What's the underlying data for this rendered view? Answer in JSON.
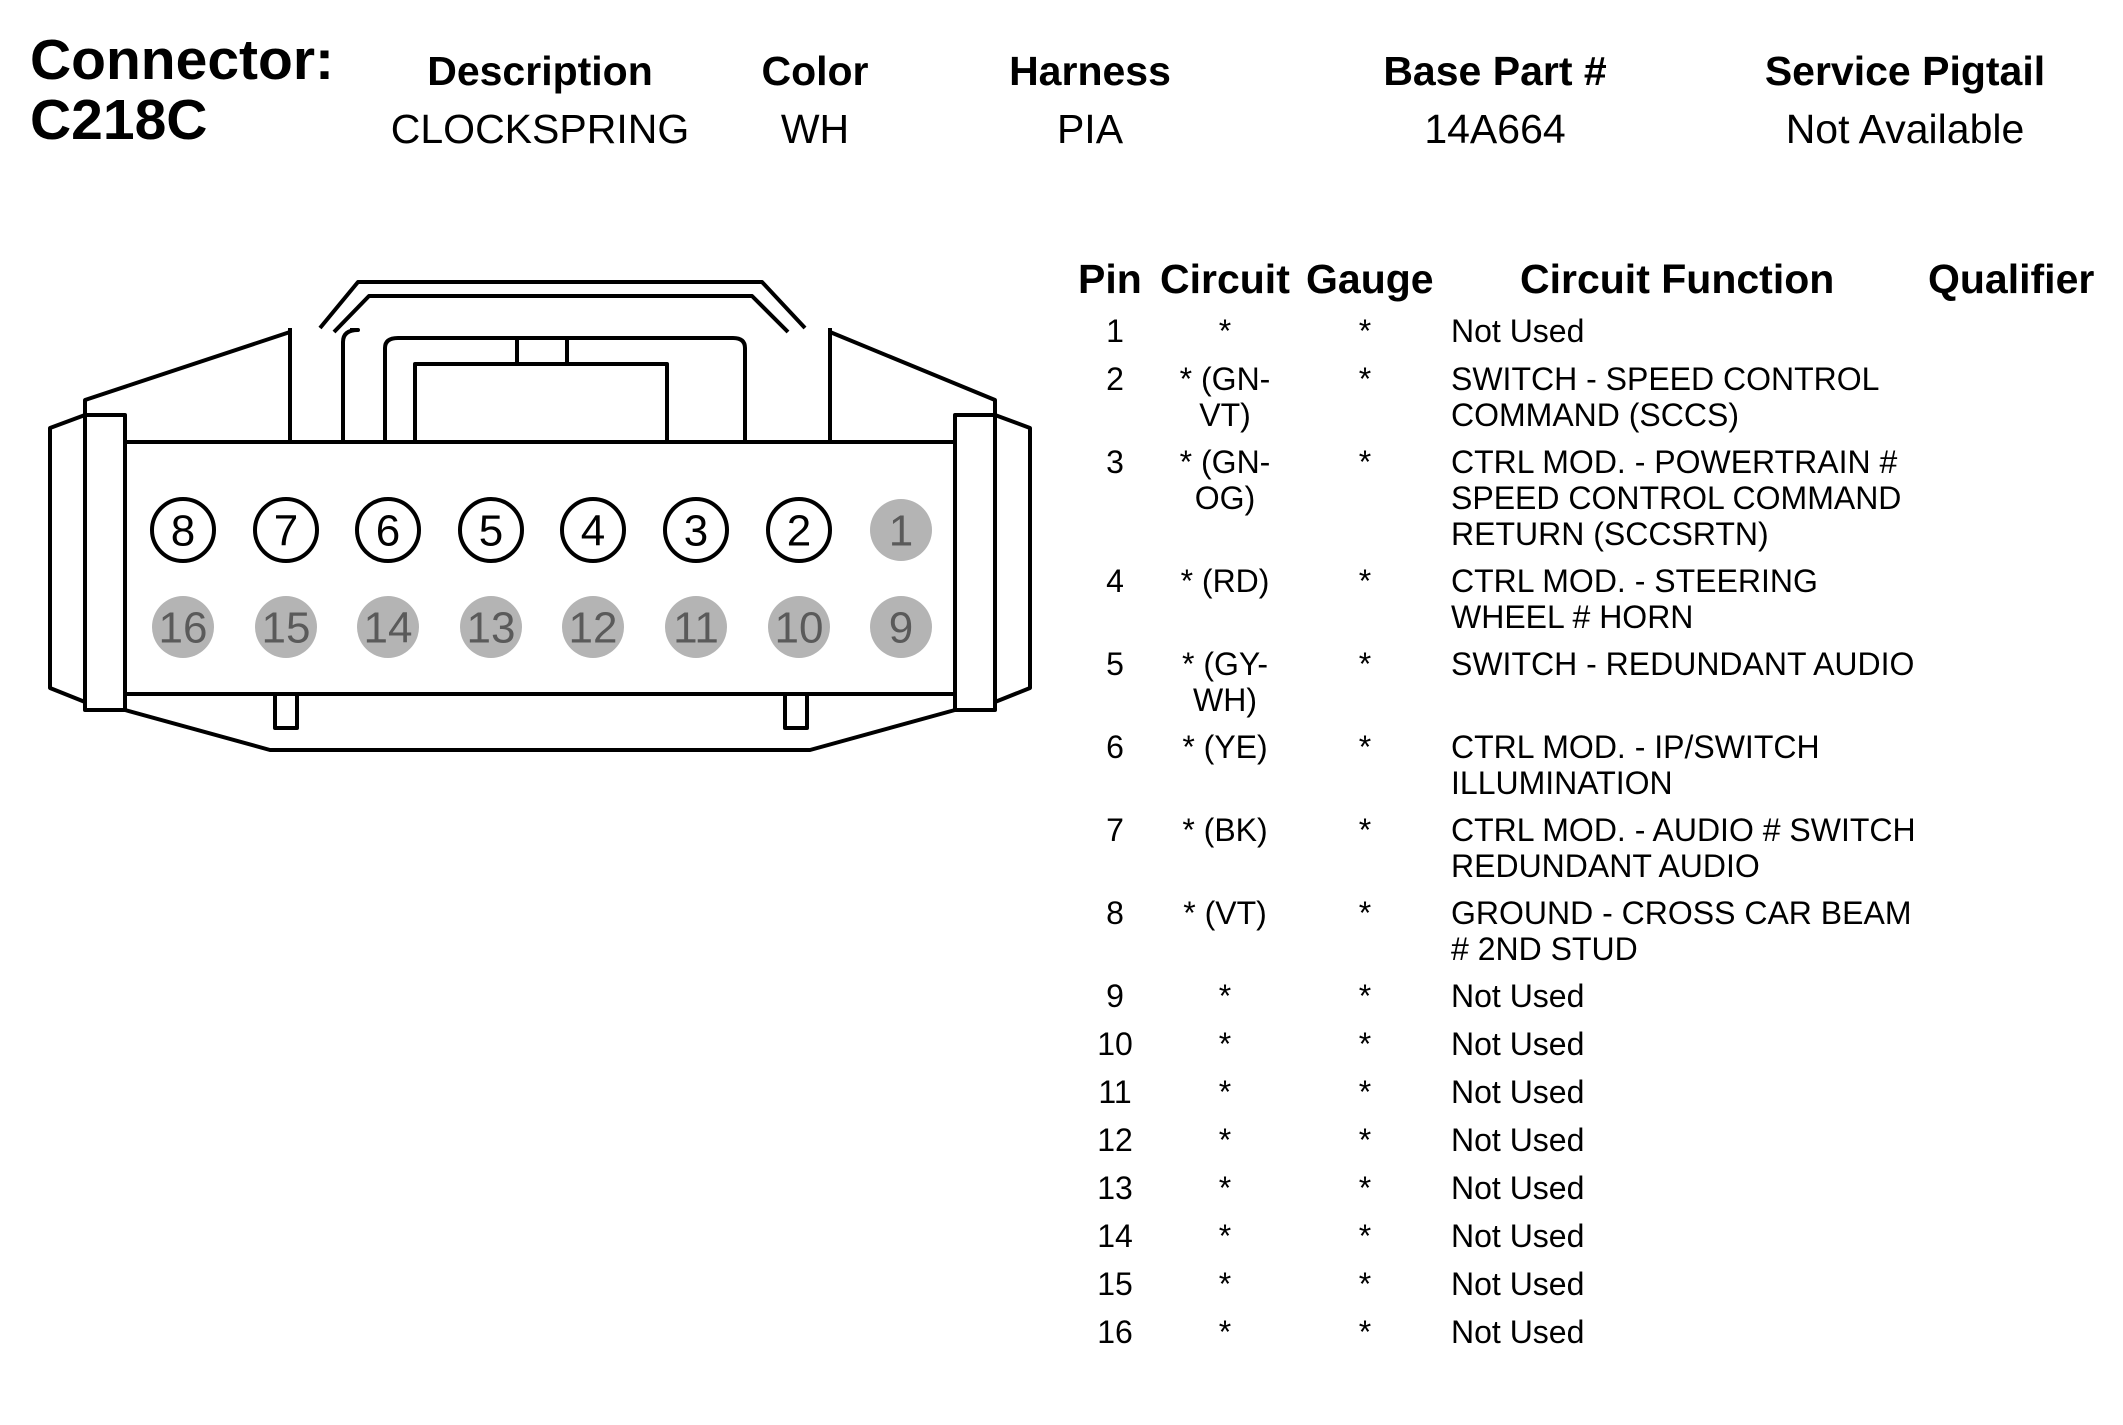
{
  "header": {
    "connector_label": "Connector:",
    "connector_id": "C218C",
    "columns": [
      {
        "heading": "Description",
        "value": "CLOCKSPRING"
      },
      {
        "heading": "Color",
        "value": "WH"
      },
      {
        "heading": "Harness",
        "value": "PIA"
      },
      {
        "heading": "Base Part #",
        "value": "14A664"
      },
      {
        "heading": "Service Pigtail",
        "value": "Not Available"
      }
    ]
  },
  "diagram": {
    "pins_top": [
      {
        "num": "8",
        "used": true
      },
      {
        "num": "7",
        "used": true
      },
      {
        "num": "6",
        "used": true
      },
      {
        "num": "5",
        "used": true
      },
      {
        "num": "4",
        "used": true
      },
      {
        "num": "3",
        "used": true
      },
      {
        "num": "2",
        "used": true
      },
      {
        "num": "1",
        "used": false
      }
    ],
    "pins_bottom": [
      {
        "num": "16",
        "used": false
      },
      {
        "num": "15",
        "used": false
      },
      {
        "num": "14",
        "used": false
      },
      {
        "num": "13",
        "used": false
      },
      {
        "num": "12",
        "used": false
      },
      {
        "num": "11",
        "used": false
      },
      {
        "num": "10",
        "used": false
      },
      {
        "num": "9",
        "used": false
      }
    ]
  },
  "table": {
    "headers": {
      "pin": "Pin",
      "circuit": "Circuit",
      "gauge": "Gauge",
      "function": "Circuit Function",
      "qualifier": "Qualifier"
    },
    "rows": [
      {
        "pin": "1",
        "circuit": [
          "*"
        ],
        "gauge": "*",
        "function": [
          "Not Used"
        ],
        "qualifier": ""
      },
      {
        "pin": "2",
        "circuit": [
          "* (GN-",
          "VT)"
        ],
        "gauge": "*",
        "function": [
          "SWITCH - SPEED CONTROL",
          "COMMAND (SCCS)"
        ],
        "qualifier": ""
      },
      {
        "pin": "3",
        "circuit": [
          "* (GN-",
          "OG)"
        ],
        "gauge": "*",
        "function": [
          "CTRL MOD. - POWERTRAIN #",
          "SPEED CONTROL COMMAND",
          "RETURN (SCCSRTN)"
        ],
        "qualifier": ""
      },
      {
        "pin": "4",
        "circuit": [
          "* (RD)"
        ],
        "gauge": "*",
        "function": [
          "CTRL MOD. - STEERING",
          "WHEEL # HORN"
        ],
        "qualifier": ""
      },
      {
        "pin": "5",
        "circuit": [
          "* (GY-",
          "WH)"
        ],
        "gauge": "*",
        "function": [
          "SWITCH - REDUNDANT AUDIO"
        ],
        "qualifier": ""
      },
      {
        "pin": "6",
        "circuit": [
          "* (YE)"
        ],
        "gauge": "*",
        "function": [
          "CTRL MOD. - IP/SWITCH",
          "ILLUMINATION"
        ],
        "qualifier": ""
      },
      {
        "pin": "7",
        "circuit": [
          "* (BK)"
        ],
        "gauge": "*",
        "function": [
          "CTRL MOD. - AUDIO # SWITCH",
          "REDUNDANT AUDIO"
        ],
        "qualifier": ""
      },
      {
        "pin": "8",
        "circuit": [
          "* (VT)"
        ],
        "gauge": "*",
        "function": [
          "GROUND - CROSS CAR BEAM",
          "# 2ND STUD"
        ],
        "qualifier": ""
      },
      {
        "pin": "9",
        "circuit": [
          "*"
        ],
        "gauge": "*",
        "function": [
          "Not Used"
        ],
        "qualifier": ""
      },
      {
        "pin": "10",
        "circuit": [
          "*"
        ],
        "gauge": "*",
        "function": [
          "Not Used"
        ],
        "qualifier": ""
      },
      {
        "pin": "11",
        "circuit": [
          "*"
        ],
        "gauge": "*",
        "function": [
          "Not Used"
        ],
        "qualifier": ""
      },
      {
        "pin": "12",
        "circuit": [
          "*"
        ],
        "gauge": "*",
        "function": [
          "Not Used"
        ],
        "qualifier": ""
      },
      {
        "pin": "13",
        "circuit": [
          "*"
        ],
        "gauge": "*",
        "function": [
          "Not Used"
        ],
        "qualifier": ""
      },
      {
        "pin": "14",
        "circuit": [
          "*"
        ],
        "gauge": "*",
        "function": [
          "Not Used"
        ],
        "qualifier": ""
      },
      {
        "pin": "15",
        "circuit": [
          "*"
        ],
        "gauge": "*",
        "function": [
          "Not Used"
        ],
        "qualifier": ""
      },
      {
        "pin": "16",
        "circuit": [
          "*"
        ],
        "gauge": "*",
        "function": [
          "Not Used"
        ],
        "qualifier": ""
      }
    ]
  }
}
